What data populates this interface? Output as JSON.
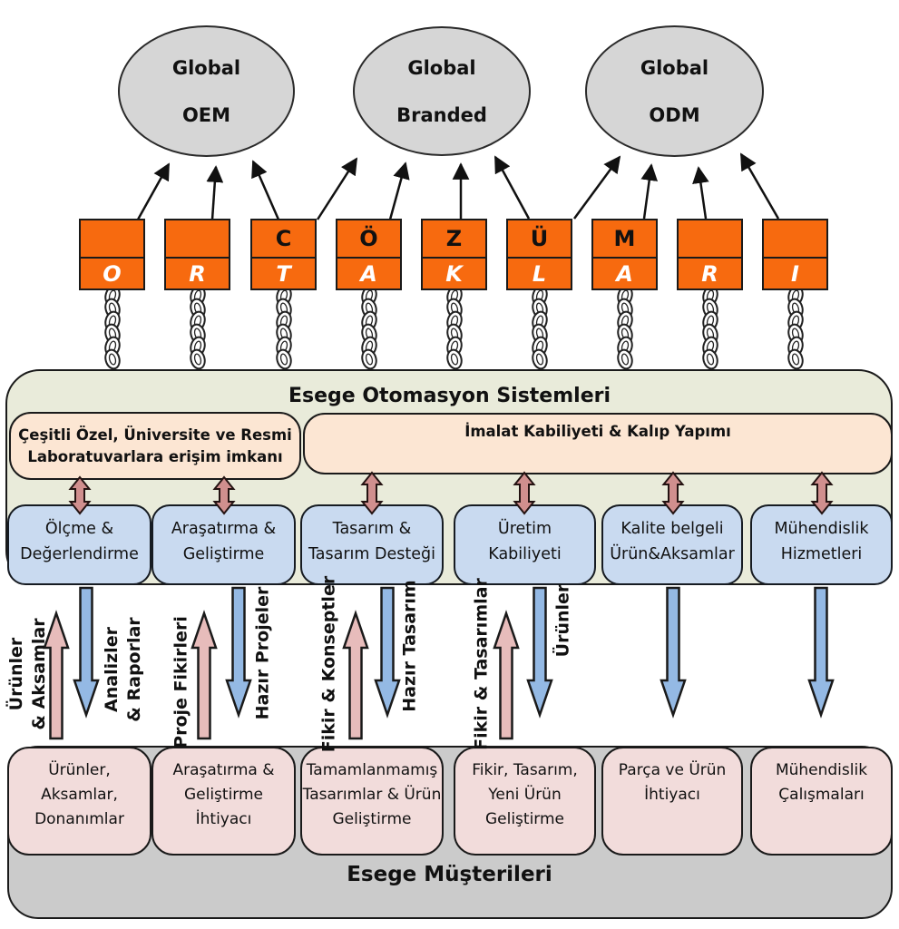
{
  "header_ellipses": [
    {
      "line1": "Global",
      "line2": "OEM"
    },
    {
      "line1": "Global",
      "line2": "Branded"
    },
    {
      "line1": "Global",
      "line2": "ODM"
    }
  ],
  "partner_boxes": [
    {
      "top": "",
      "bottom": "O"
    },
    {
      "top": "",
      "bottom": "R"
    },
    {
      "top": "C",
      "bottom": "T"
    },
    {
      "top": "Ö",
      "bottom": "A"
    },
    {
      "top": "Z",
      "bottom": "K"
    },
    {
      "top": "Ü",
      "bottom": "L"
    },
    {
      "top": "M",
      "bottom": "A"
    },
    {
      "top": "",
      "bottom": "R"
    },
    {
      "top": "",
      "bottom": "I"
    }
  ],
  "esege": {
    "title": "Esege Otomasyon Sistemleri",
    "capabilities": [
      "Çeşitli Özel, Üniversite ve Resmi\nLaboratuvarlara erişim imkanı",
      "İmalat Kabiliyeti & Kalıp Yapımı"
    ],
    "services": [
      "Ölçme &\nDeğerlendirme",
      "Araşatırma &\nGeliştirme",
      "Tasarım &\nTasarım Desteği",
      "Üretim\nKabiliyeti",
      "Kalite belgeli\nÜrün&Aksamlar",
      "Mühendislik\nHizmetleri"
    ]
  },
  "flows": {
    "up_labels": [
      "Ürünler\n& Aksamlar",
      "Proje Fikirleri",
      "Fikir & Konseptler",
      "Fikir & Tasarımlar"
    ],
    "down_labels": [
      "Analizler\n& Raporlar",
      "Hazır Projeler",
      "Hazır Tasarım",
      "Ürünler"
    ]
  },
  "customers": {
    "title": "Esege Müşterileri",
    "needs": [
      "Ürünler,\nAksamlar,\nDonanımlar",
      "Araşatırma &\nGeliştirme\nİhtiyacı",
      "Tamamlanmamış\nTasarımlar & Ürün\nGeliştirme",
      "Fikir, Tasarım,\nYeni Ürün\nGeliştirme",
      "Parça ve Ürün\nİhtiyacı",
      "Mühendislik\nÇalışmaları"
    ]
  },
  "colors": {
    "partner_orange": "#F76A0F",
    "ellipse_gray": "#D6D6D6",
    "container_olive": "#E9EBDA",
    "capability_peach": "#FCE6D3",
    "service_blue": "#C9DAF0",
    "customer_box_pink": "#F2DCDB",
    "customer_container_gray": "#CBCBCB",
    "up_arrow_pink": "#E7BCBB",
    "down_arrow_blue": "#94B9E4",
    "exchange_arrow_salmon": "#D08F8E"
  }
}
